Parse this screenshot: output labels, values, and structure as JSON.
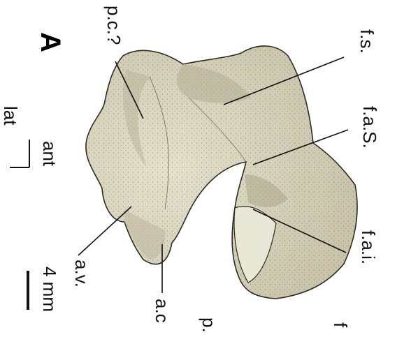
{
  "figure": {
    "panel_label": "A",
    "labels": {
      "pc": "p.c.?",
      "fs": "f.s.",
      "fas": "f.a.S.",
      "fai": "f.a.i.",
      "av": "a.v.",
      "ac": "a.c",
      "p": "p.",
      "f": "f"
    },
    "orientation": {
      "lat": "lat",
      "ant": "ant"
    },
    "scale": {
      "text": "4 mm"
    },
    "colors": {
      "bone_fill": "#d9d6c1",
      "bone_shadow": "#b3ad94",
      "stipple": "#3a3a2e",
      "text": "#111111"
    }
  }
}
